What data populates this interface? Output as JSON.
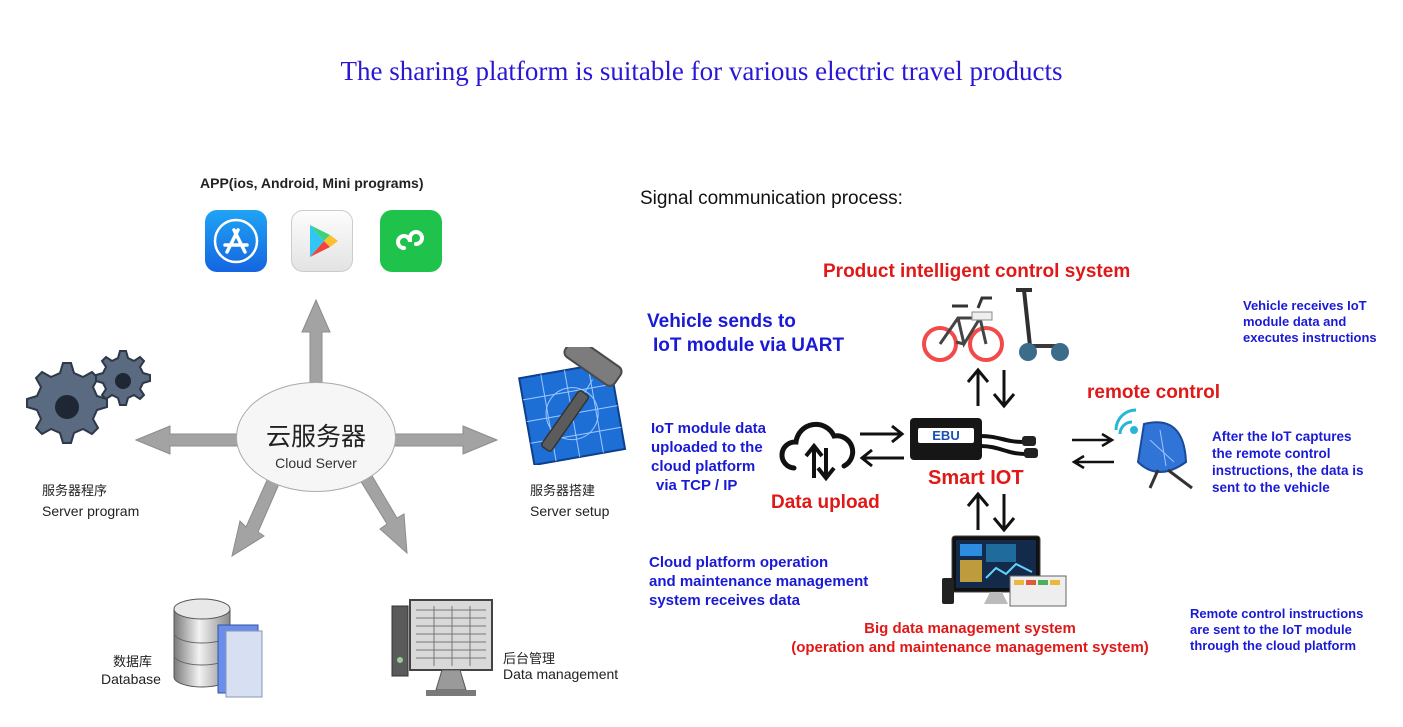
{
  "title": "The sharing platform is suitable for various electric travel products",
  "left": {
    "app_label": "APP(ios, Android, Mini programs)",
    "center_cn": "云服务器",
    "center_en": "Cloud Server",
    "server_program_cn": "服务器程序",
    "server_program_en": "Server program",
    "server_setup_cn": "服务器搭建",
    "server_setup_en": "Server setup",
    "database_cn": "数据库",
    "database_en": "Database",
    "data_mgmt_cn": "后台管理",
    "data_mgmt_en": "Data management"
  },
  "right": {
    "signal_title": "Signal communication process:",
    "product_system": "Product intelligent control system",
    "vehicle_sends": [
      "Vehicle sends to",
      "IoT module via UART"
    ],
    "vehicle_receives": [
      "Vehicle receives IoT",
      "module data and",
      "executes instructions"
    ],
    "remote_control": "remote control",
    "iot_upload": [
      "IoT module data",
      "uploaded to the",
      "cloud platform",
      "via TCP / IP"
    ],
    "after_capture": [
      "After the IoT captures",
      "the remote control",
      "instructions, the data is",
      "sent to the vehicle"
    ],
    "device_logo": "EBU",
    "smart_iot": "Smart IOT",
    "data_upload": "Data upload",
    "cloud_ops": [
      "Cloud platform operation",
      "and maintenance management",
      "system receives data"
    ],
    "big_data": [
      "Big data management system",
      "(operation and maintenance management system)"
    ],
    "remote_instr": [
      "Remote control instructions",
      "are sent to the IoT module",
      "through the cloud platform"
    ]
  },
  "colors": {
    "title_blue": "#2a17d6",
    "label_blue": "#1a1ad6",
    "label_red": "#e01818"
  }
}
